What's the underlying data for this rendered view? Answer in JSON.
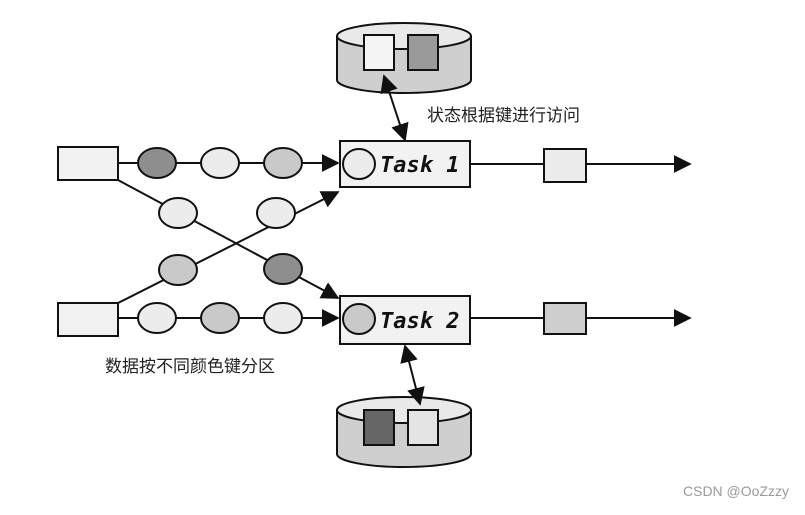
{
  "tasks": {
    "task1": {
      "label": "Task 1"
    },
    "task2": {
      "label": "Task 2"
    }
  },
  "annotations": {
    "state_access": "状态根据键进行访问",
    "partition": "数据按不同颜色键分区"
  },
  "watermark": "CSDN @OoZzzy",
  "colors": {
    "stroke": "#111111",
    "light": "#ececec",
    "medium": "#c9c9c9",
    "dark": "#8e8e8e",
    "darkest": "#666666",
    "box_fill": "#f2f2f2",
    "cylinder_fill": "#cfcfcf"
  }
}
